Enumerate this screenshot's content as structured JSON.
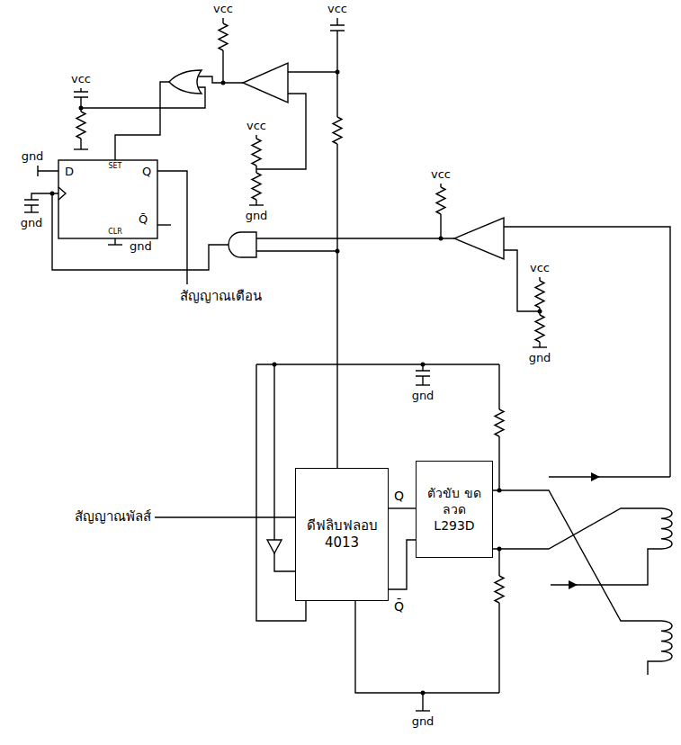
{
  "diagram": {
    "nodes": [
      {
        "text": [
          "ดีฟลิบฟลอบ 4013"
        ]
      },
      {
        "text": [
          "ตัวขับ ขดลวด L293D"
        ]
      }
    ],
    "edges": [
      {
        "from": 0,
        "to": 1,
        "arrow": "none"
      },
      {
        "from": 0,
        "to": 1,
        "arrow": "none"
      }
    ],
    "labels": [
      "D",
      "Q",
      "Q̄",
      "SET",
      "CLR",
      "vcc",
      "vcc",
      "vcc",
      "vcc",
      "vcc",
      "vcc",
      "gnd",
      "gnd",
      "gnd",
      "gnd",
      "gnd",
      "gnd",
      "gnd",
      "สัญญาณเตือน",
      "สัญญาณพัลส์",
      "Q",
      "Q̄"
    ]
  }
}
